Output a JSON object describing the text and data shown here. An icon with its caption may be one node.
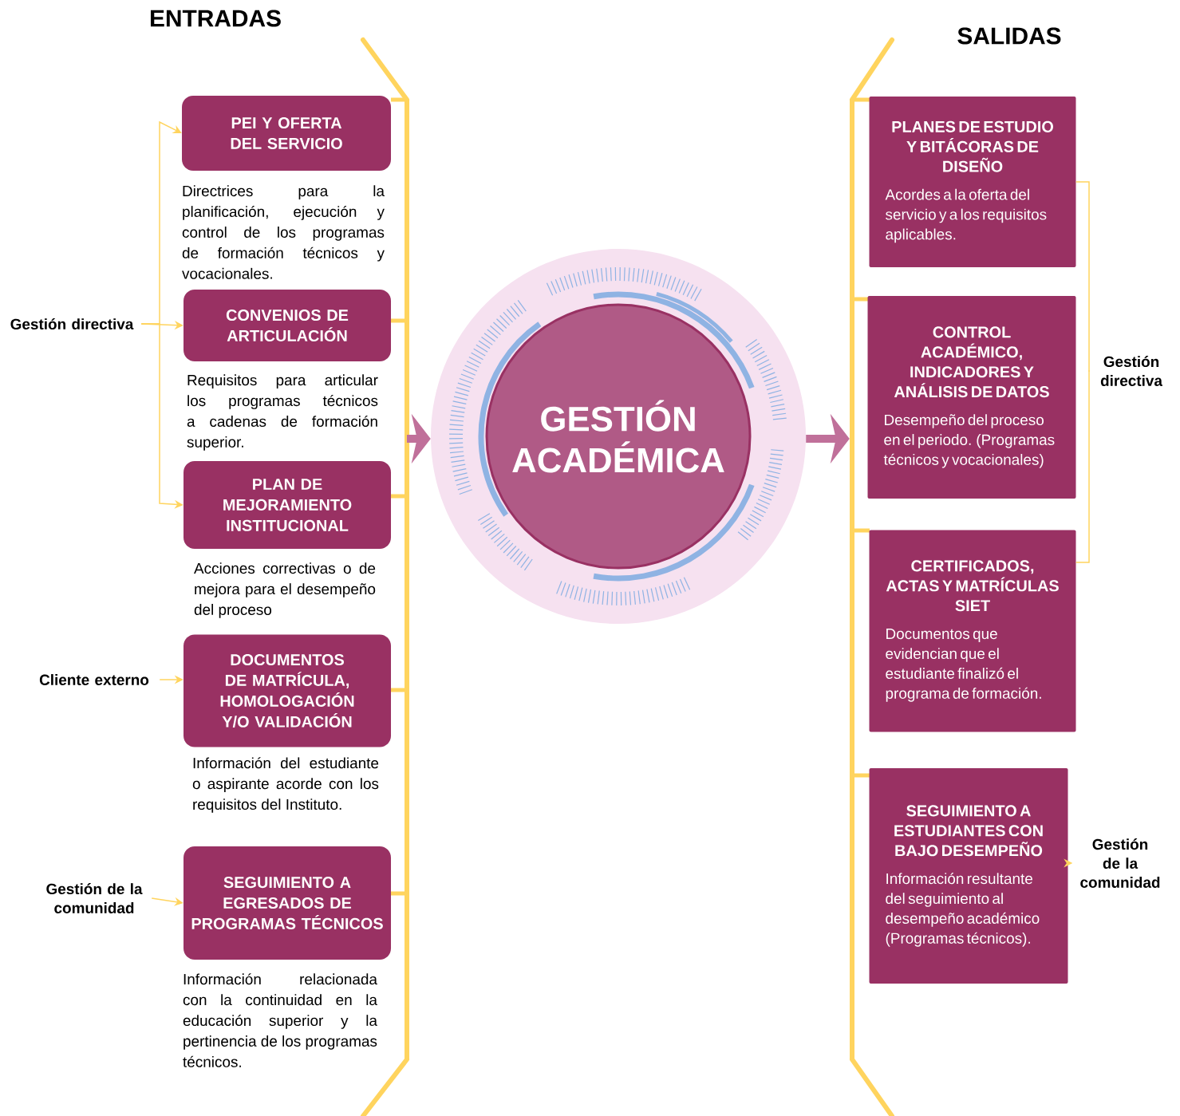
{
  "diagram": {
    "nodes": [
      {
        "text": [
          "PEI Y OFERTA DEL SERVICIO"
        ],
        "beside": [
          "Directrices para la planificación, ejecución y control de los programas de formación técnicos y vocacionales."
        ]
      },
      {
        "text": [
          "CONVENIOS DE ARTICULACIÓN"
        ],
        "beside": [
          "Requisitos para articular los programas técnicos a cadenas de formación superior."
        ]
      },
      {
        "text": [
          "PLAN DE MEJORAMIENTO INSTITUCIONAL"
        ],
        "beside": [
          "Acciones correctivas o de mejora para el desempeño del proceso"
        ]
      },
      {
        "text": [
          "DOCUMENTOS DE MATRÍCULA, HOMOLOGACIÓN Y/O VALIDACIÓN"
        ],
        "beside": [
          "Información del estudiante o aspirante acorde con los requisitos del Instituto."
        ]
      },
      {
        "text": [
          "SEGUIMIENTO A EGRESADOS DE PROGRAMAS TÉCNICOS"
        ],
        "beside": [
          "Información relacionada con la continuidad en la educación superior y la pertinencia de los programas técnicos."
        ]
      },
      {
        "text": [
          "Gestión directiva"
        ]
      },
      {
        "text": [
          "Cliente externo"
        ]
      },
      {
        "text": [
          "Gestión de la comunidad"
        ]
      },
      {
        "text": [
          "GESTIÓN ACADÉMICA"
        ]
      },
      {
        "text": [
          "PLANES DE ESTUDIO Y BITÁCORAS DE DISEÑO",
          "Acordes a la oferta del servicio y a los requisitos aplicables."
        ]
      },
      {
        "text": [
          "CONTROL ACADÉMICO, INDICADORES Y ANÁLISIS DE DATOS",
          "Desempeño del proceso en el periodo. (Programas técnicos y vocacionales)"
        ]
      },
      {
        "text": [
          "CERTIFICADOS, ACTAS Y MATRÍCULAS SIET",
          "Documentos que evidencian que el estudiante finalizó el programa de formación."
        ]
      },
      {
        "text": [
          "SEGUIMIENTO A ESTUDIANTES CON BAJO DESEMPEÑO",
          "Información resultante del seguimiento al desempeño académico (Programas técnicos)."
        ]
      },
      {
        "text": [
          "Gestión directiva"
        ]
      },
      {
        "text": [
          "Gestión de la comunidad"
        ]
      },
      {
        "text": [],
        "shape": "bar"
      },
      {
        "text": [],
        "shape": "bar"
      }
    ],
    "edges": [
      {
        "from": 5,
        "to": 0,
        "arrow": "to"
      },
      {
        "from": 5,
        "to": 1,
        "arrow": "to"
      },
      {
        "from": 5,
        "to": 2,
        "arrow": "to"
      },
      {
        "from": 6,
        "to": 3,
        "arrow": "to"
      },
      {
        "from": 7,
        "to": 4,
        "arrow": "to"
      },
      {
        "from": 9,
        "to": 13,
        "arrow": "none"
      },
      {
        "from": 11,
        "to": 13,
        "arrow": "none"
      },
      {
        "from": 12,
        "to": 14,
        "arrow": "to"
      },
      {
        "from": 15,
        "to": 8,
        "arrow": "to",
        "style": "thick",
        "color": "#c0709a"
      },
      {
        "from": 8,
        "to": 16,
        "arrow": "to",
        "style": "thick",
        "color": "#c0709a"
      }
    ],
    "labels": [
      "ENTRADAS",
      "SALIDAS"
    ]
  }
}
